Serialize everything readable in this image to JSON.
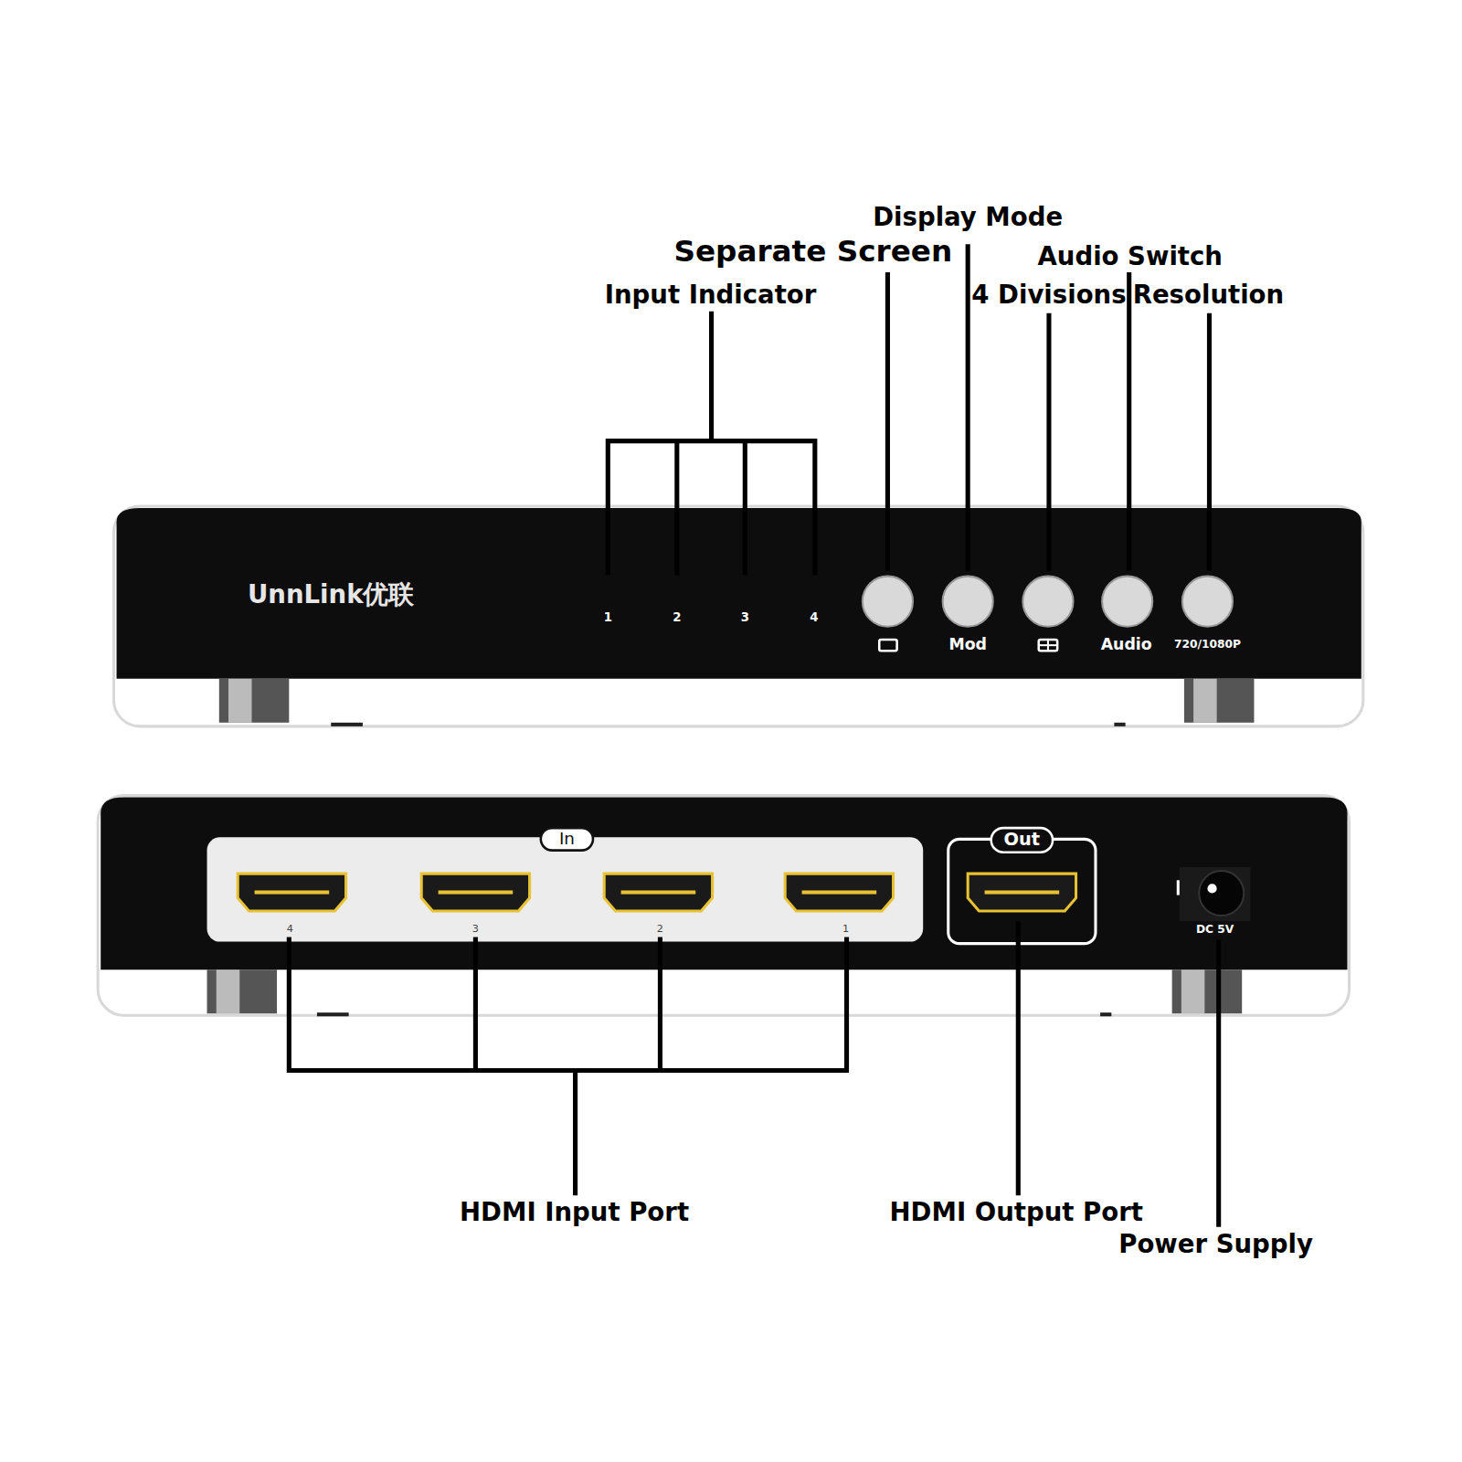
{
  "diagram": {
    "labels": [
      "Display Mode",
      "Separate Screen",
      "Audio Switch",
      "Input Indicator",
      "4 Divisions",
      "Resolution",
      "UnnLink优联",
      "1",
      "2",
      "3",
      "4",
      "Mod",
      "Audio",
      "720/1080P",
      "In",
      "4",
      "3",
      "2",
      "1",
      "Out",
      "DC 5V",
      "HDMI Input Port",
      "HDMI Output Port",
      "Power Supply"
    ]
  }
}
